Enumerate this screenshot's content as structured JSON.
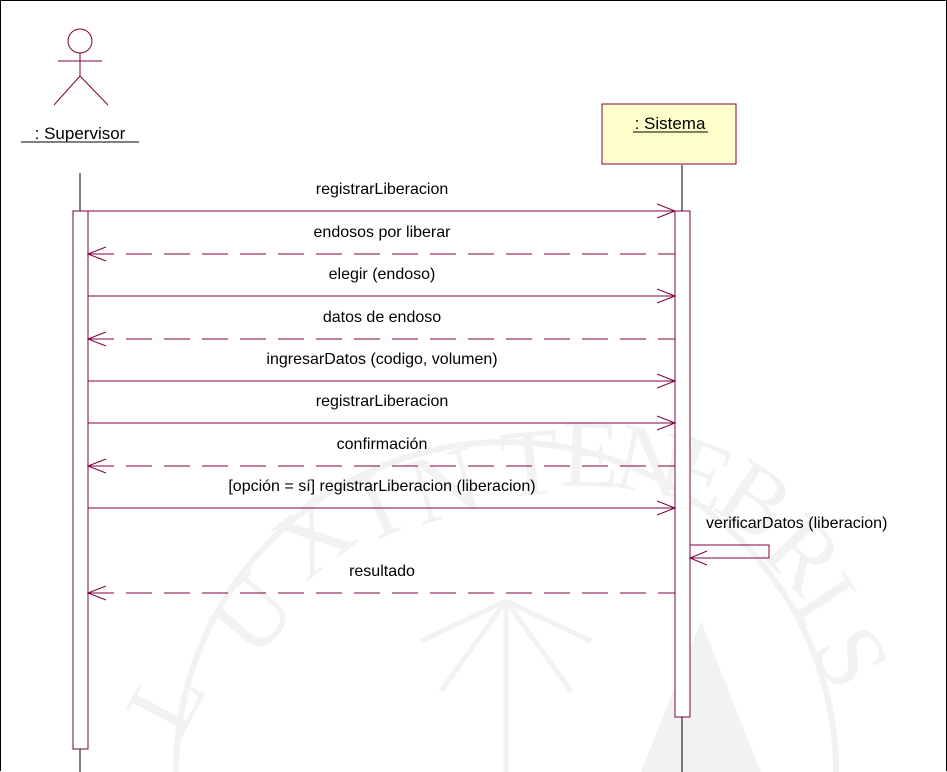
{
  "diagram": {
    "type": "sequence",
    "line_color": "#800040",
    "object_fill": "#ffffcc",
    "actor": {
      "label": ": Supervisor",
      "icon": "stick-figure-icon"
    },
    "system": {
      "label": ": Sistema"
    },
    "messages": [
      {
        "label": "registrarLiberacion",
        "kind": "call",
        "direction": "to-system"
      },
      {
        "label": "endosos por liberar",
        "kind": "return",
        "direction": "to-actor"
      },
      {
        "label": "elegir (endoso)",
        "kind": "call",
        "direction": "to-system"
      },
      {
        "label": "datos de endoso",
        "kind": "return",
        "direction": "to-actor"
      },
      {
        "label": "ingresarDatos (codigo, volumen)",
        "kind": "call",
        "direction": "to-system"
      },
      {
        "label": "registrarLiberacion",
        "kind": "call",
        "direction": "to-system"
      },
      {
        "label": "confirmación",
        "kind": "return",
        "direction": "to-actor"
      },
      {
        "label": "[opción = sí] registrarLiberacion (liberacion)",
        "kind": "call",
        "direction": "to-system"
      },
      {
        "label": "verificarDatos (liberacion)",
        "kind": "self",
        "direction": "self"
      },
      {
        "label": "resultado",
        "kind": "return",
        "direction": "to-actor"
      }
    ],
    "watermark": {
      "text": "LUX IN TENEBRIS LUCET",
      "icon": "university-seal-watermark"
    }
  }
}
